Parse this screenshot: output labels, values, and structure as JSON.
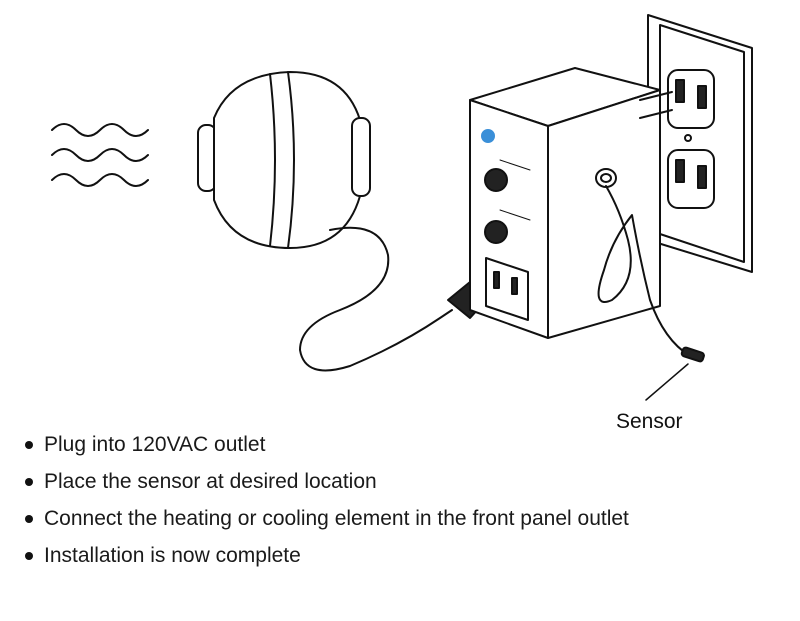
{
  "labels": {
    "sensor": "Sensor"
  },
  "steps": [
    "Plug into 120VAC outlet",
    "Place the sensor at desired location",
    "Connect the heating or cooling element in the front panel outlet",
    "Installation is now complete"
  ],
  "colors": {
    "line": "#111111",
    "fill": "#ffffff",
    "accent": "#3a8fd8"
  },
  "icons": [
    "airflow-waves-icon",
    "inline-duct-fan-icon",
    "wall-outlet-icon",
    "controller-box-icon",
    "sensor-probe-icon"
  ]
}
